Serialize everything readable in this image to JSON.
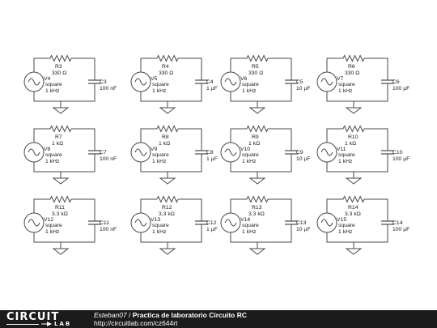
{
  "circuits": [
    {
      "source": "V4",
      "source_lines": [
        "square",
        "1 kHz"
      ],
      "resistor": "R3",
      "resistance": "330 Ω",
      "capacitor": "C3",
      "capacitance": "100 nF"
    },
    {
      "source": "V5",
      "source_lines": [
        "square",
        "1 kHz"
      ],
      "resistor": "R4",
      "resistance": "330 Ω",
      "capacitor": "C4",
      "capacitance": "1 µF"
    },
    {
      "source": "V6",
      "source_lines": [
        "square",
        "1 kHz"
      ],
      "resistor": "R5",
      "resistance": "330 Ω",
      "capacitor": "C5",
      "capacitance": "10 µF"
    },
    {
      "source": "V7",
      "source_lines": [
        "square",
        "1 kHz"
      ],
      "resistor": "R6",
      "resistance": "330 Ω",
      "capacitor": "C6",
      "capacitance": "100 µF"
    },
    {
      "source": "V8",
      "source_lines": [
        "square",
        "1 kHz"
      ],
      "resistor": "R7",
      "resistance": "1 kΩ",
      "capacitor": "C7",
      "capacitance": "100 nF"
    },
    {
      "source": "V9",
      "source_lines": [
        "square",
        "1 kHz"
      ],
      "resistor": "R8",
      "resistance": "1 kΩ",
      "capacitor": "C8",
      "capacitance": "1 µF"
    },
    {
      "source": "V10",
      "source_lines": [
        "square",
        "1 kHz"
      ],
      "resistor": "R9",
      "resistance": "1 kΩ",
      "capacitor": "C9",
      "capacitance": "10 µF"
    },
    {
      "source": "V11",
      "source_lines": [
        "square",
        "1 kHz"
      ],
      "resistor": "R10",
      "resistance": "1 kΩ",
      "capacitor": "C10",
      "capacitance": "100 µF"
    },
    {
      "source": "V12",
      "source_lines": [
        "square",
        "1 kHz"
      ],
      "resistor": "R11",
      "resistance": "3.3 kΩ",
      "capacitor": "C11",
      "capacitance": "100 nF"
    },
    {
      "source": "V13",
      "source_lines": [
        "square",
        "1 kHz"
      ],
      "resistor": "R12",
      "resistance": "3.3 kΩ",
      "capacitor": "C12",
      "capacitance": "1 µF"
    },
    {
      "source": "V14",
      "source_lines": [
        "square",
        "1 kHz"
      ],
      "resistor": "R13",
      "resistance": "3.3 kΩ",
      "capacitor": "C13",
      "capacitance": "10 µF"
    },
    {
      "source": "V15",
      "source_lines": [
        "square",
        "1 kHz"
      ],
      "resistor": "R14",
      "resistance": "3.3 kΩ",
      "capacitor": "C14",
      "capacitance": "100 µF"
    }
  ],
  "footer": {
    "logo_word": "CIRCUIT",
    "logo_sub": "LAB",
    "author": "Esteban07",
    "separator": " / ",
    "title": "Practica de laboratorio Circuito RC",
    "url": "http://circuitlab.com/cz644rt"
  },
  "colors": {
    "wire": "#4a4a4a",
    "text": "#1a1a1a",
    "footer_bg": "#1b1b1b",
    "footer_text": "#ffffff"
  }
}
